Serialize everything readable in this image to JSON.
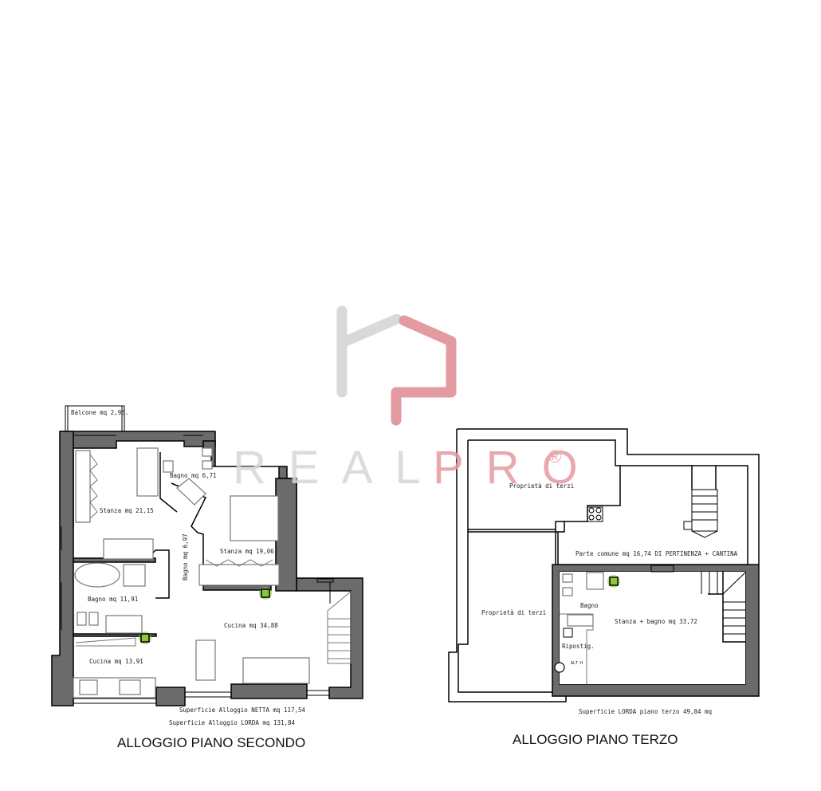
{
  "watermark": {
    "brand": "REALPRO",
    "brand_part_gray": "REAL",
    "brand_part_red": "PRO",
    "registered_mark": "®",
    "colors": {
      "gray": "#d6d6d6",
      "red": "#e39aa0"
    }
  },
  "plans": [
    {
      "id": "piano-secondo",
      "title": "ALLOGGIO PIANO SECONDO",
      "rooms": [
        {
          "name": "Balcone",
          "label": "Balcone mq 2,95."
        },
        {
          "name": "Stanza 1",
          "label": "Stanza mq 21,15"
        },
        {
          "name": "Bagno 1",
          "label": "Bagno mq 6,71"
        },
        {
          "name": "Stanza 2",
          "label": "Stanza mq 19,06"
        },
        {
          "name": "Bagno 2",
          "label": "Bagno mq 6,97"
        },
        {
          "name": "Bagno 3",
          "label": "Bagno mq 11,91"
        },
        {
          "name": "Cucina 1",
          "label": "Cucina mq 34,88"
        },
        {
          "name": "Cucina 2",
          "label": "Cucina mq 13,91"
        }
      ],
      "surface_notes": [
        "Superficie Alloggio NETTA mq 117,54",
        "Superficie Alloggio LORDA mq 131,84"
      ]
    },
    {
      "id": "piano-terzo",
      "title": "ALLOGGIO PIANO TERZO",
      "rooms": [
        {
          "name": "Proprieta terzi 1",
          "label": "Proprietà di terzi"
        },
        {
          "name": "Proprieta terzi 2",
          "label": "Proprietà di terzi"
        },
        {
          "name": "Parte comune",
          "label": "Parte comune mq 16,74 DI PERTINENZA + CANTINA"
        },
        {
          "name": "Bagno",
          "label": "Bagno"
        },
        {
          "name": "Stanza bagno",
          "label": "Stanza + bagno mq 33,72"
        },
        {
          "name": "Ripostiglio",
          "label": "Ripostig."
        },
        {
          "name": "Ripostiglio note",
          "label": "ALT-H"
        }
      ],
      "surface_notes": [
        "Superficie LORDA piano terzo 49,84 mq"
      ]
    }
  ],
  "colors": {
    "wall": "#6b6b6b",
    "boiler": "#8cc63f"
  }
}
